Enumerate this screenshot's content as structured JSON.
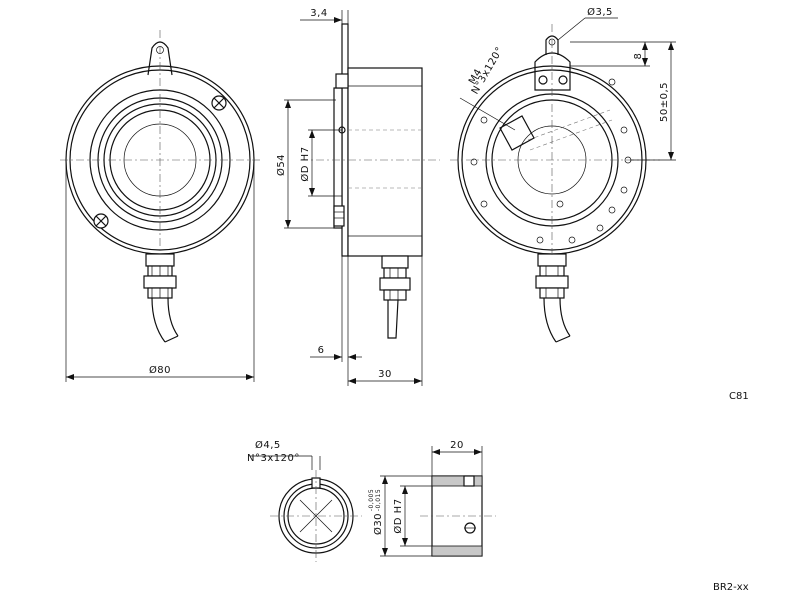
{
  "labels": {
    "model_main": "C81",
    "model_bracket": "BR2-xx"
  },
  "dimensions": {
    "d80": "Ø80",
    "d54": "Ø54",
    "dD_main": "ØD H7",
    "w34": "3,4",
    "w6": "6",
    "w30": "30",
    "d35": "Ø3,5",
    "h8": "8",
    "h50": "50±0,5",
    "m4": "M4",
    "n3x120_main": "N°3x120°",
    "d45": "Ø4,5",
    "n3x120_br": "N°3x120°",
    "d30": "Ø30",
    "tol_up": "-0,005",
    "tol_lo": "-0,015",
    "dD_br": "ØD H7",
    "w20": "20"
  }
}
